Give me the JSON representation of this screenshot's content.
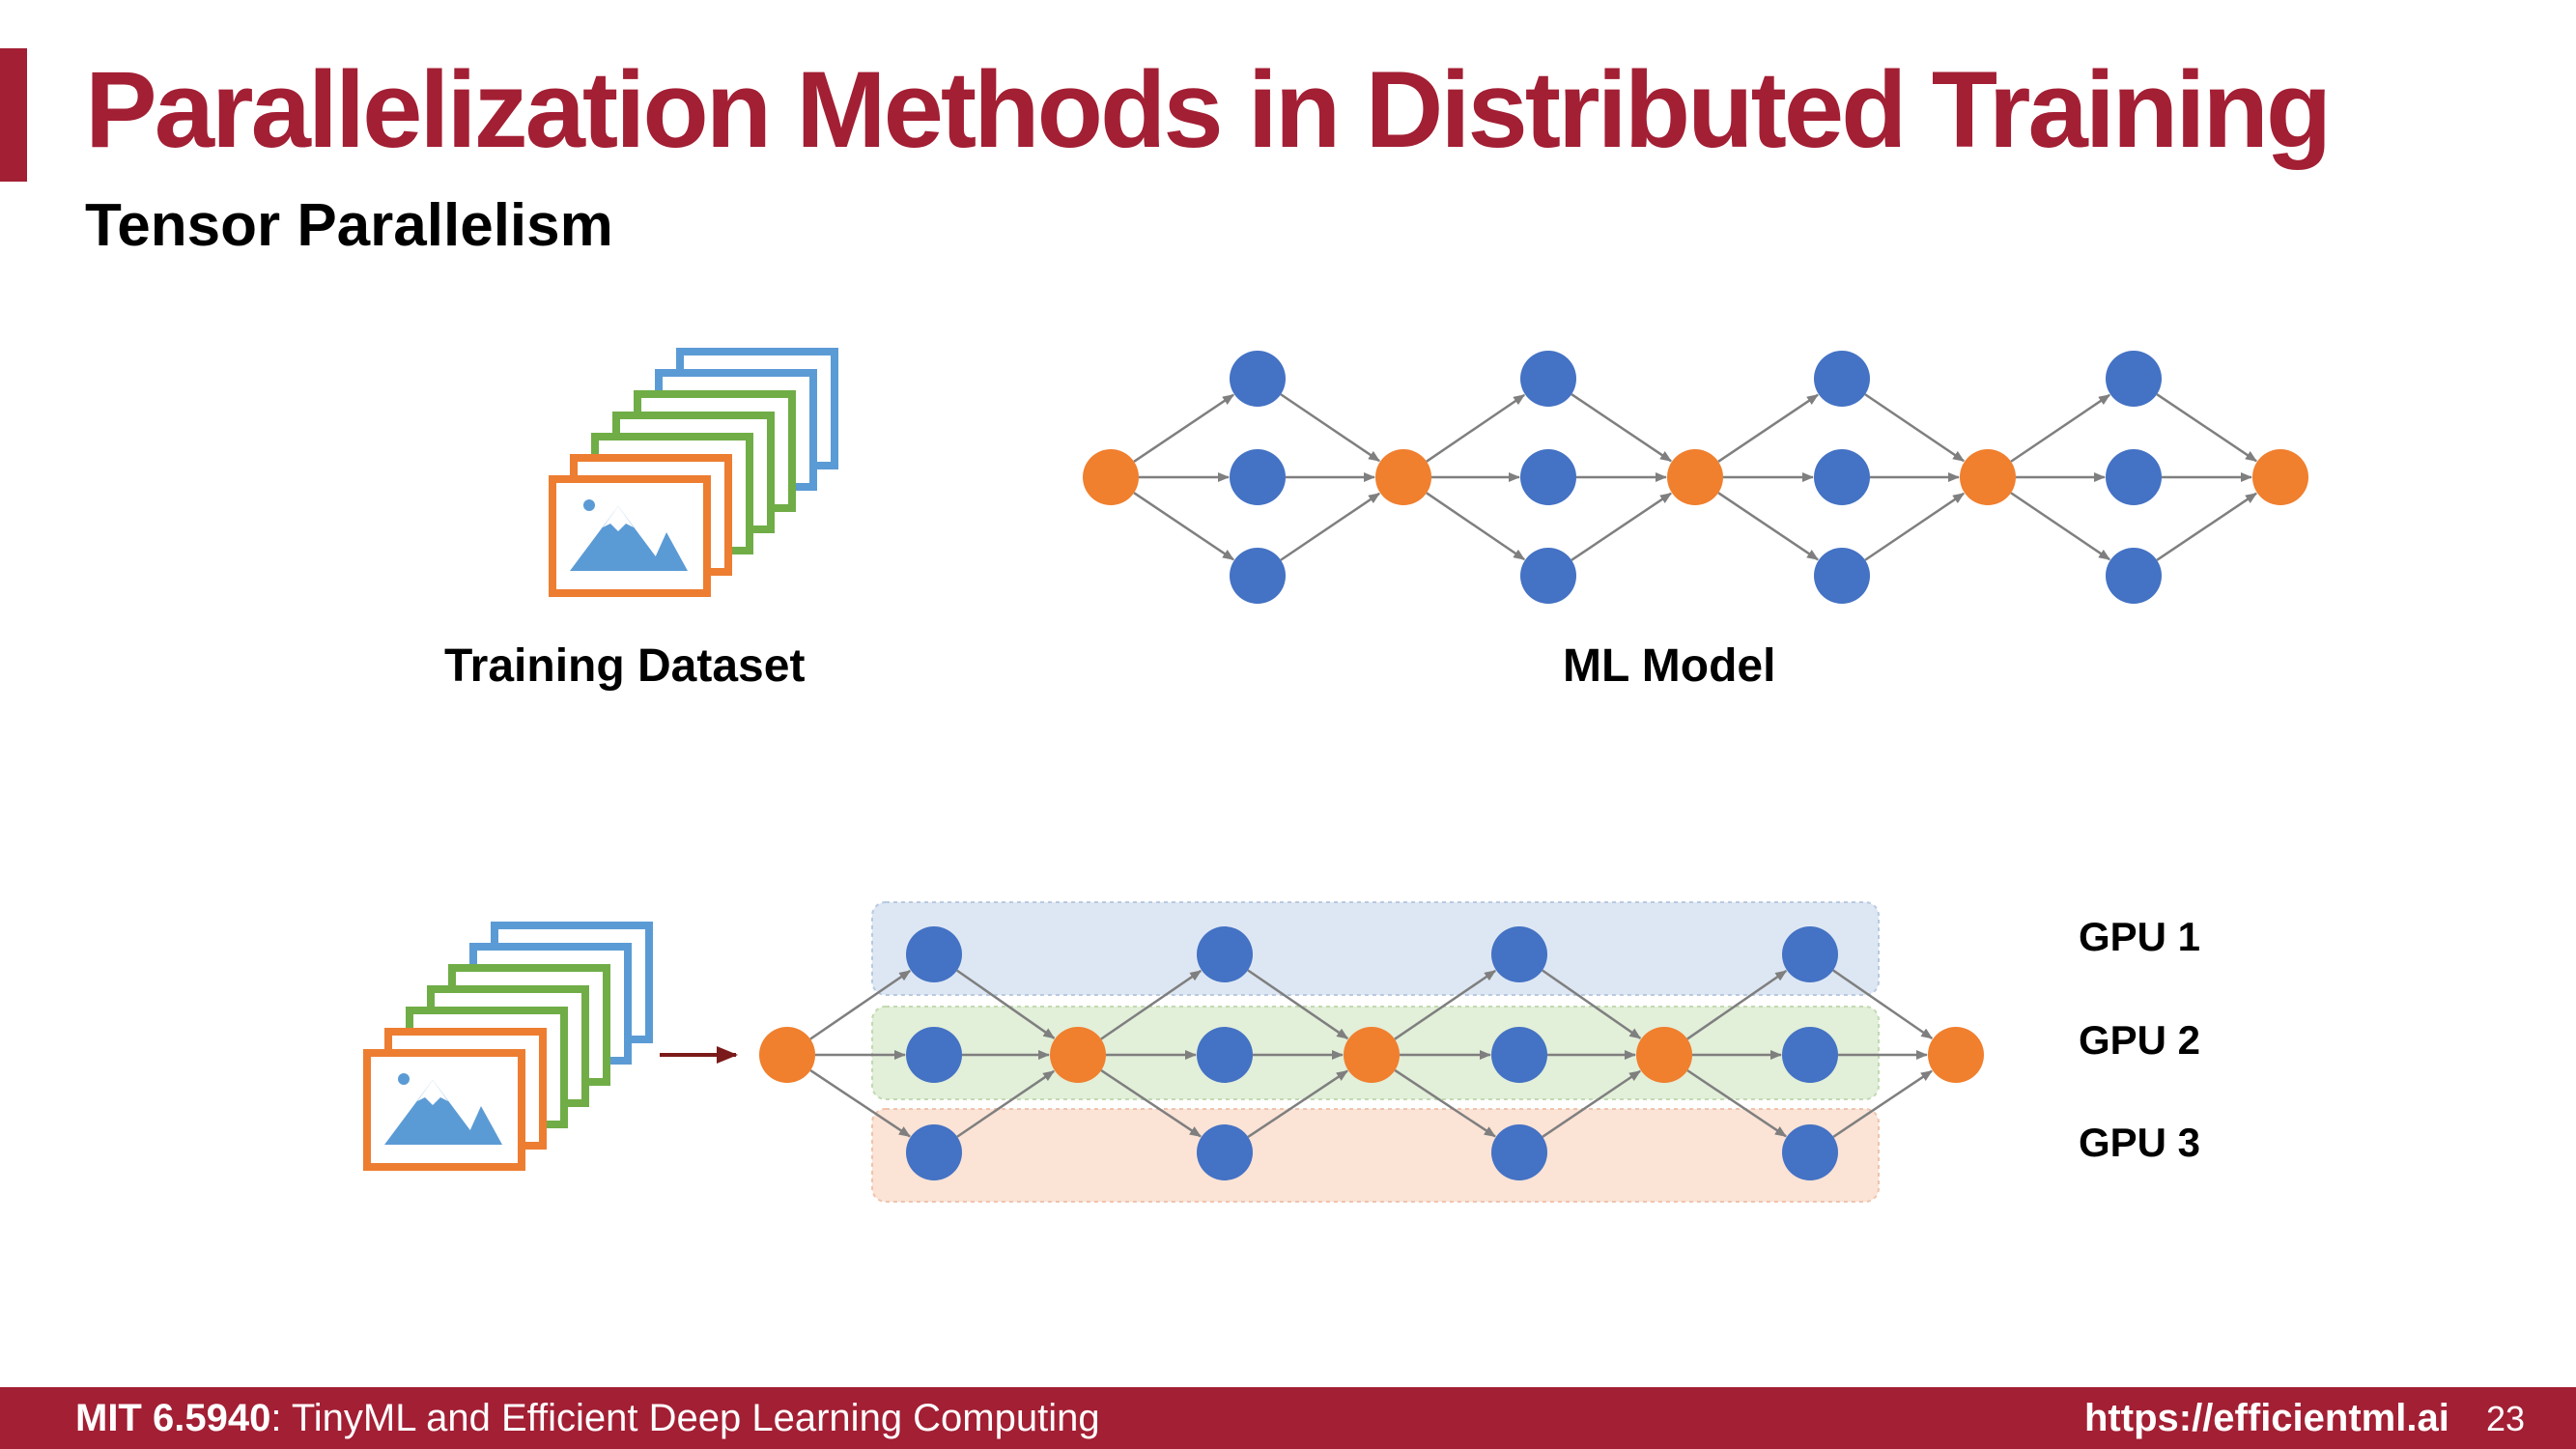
{
  "slide": {
    "title": "Parallelization Methods in Distributed Training",
    "subtitle": "Tensor Parallelism"
  },
  "top_diagram": {
    "dataset_label": "Training Dataset",
    "model_label": "ML Model"
  },
  "bottom_diagram": {
    "gpu_labels": [
      "GPU 1",
      "GPU 2",
      "GPU 3"
    ]
  },
  "footer": {
    "course_code": "MIT 6.5940",
    "course_title": ": TinyML and Efficient Deep Learning Computing",
    "url": "https://efficientml.ai",
    "page_number": "23"
  },
  "colors": {
    "accent": "#a31f34",
    "orange_node": "#f07f2e",
    "blue_node": "#4472c4",
    "gpu1_band": "#dde7f3",
    "gpu2_band": "#e2efd9",
    "gpu3_band": "#fbe3d6",
    "image_blue": "#5b9bd5",
    "image_green": "#70ad47",
    "image_orange": "#ed7d31"
  }
}
